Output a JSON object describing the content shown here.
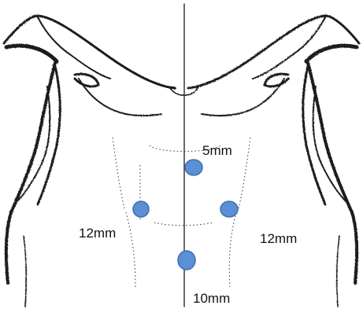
{
  "diagram": {
    "ports": [
      {
        "name": "port-top",
        "label": "5mm"
      },
      {
        "name": "port-left",
        "label": "12mm"
      },
      {
        "name": "port-right",
        "label": "12mm"
      },
      {
        "name": "port-bottom",
        "label": "10mm"
      }
    ]
  },
  "colors": {
    "port_fill": "#5b8fd6",
    "port_stroke": "#3f6fae",
    "ink": "#1a1a1a"
  }
}
